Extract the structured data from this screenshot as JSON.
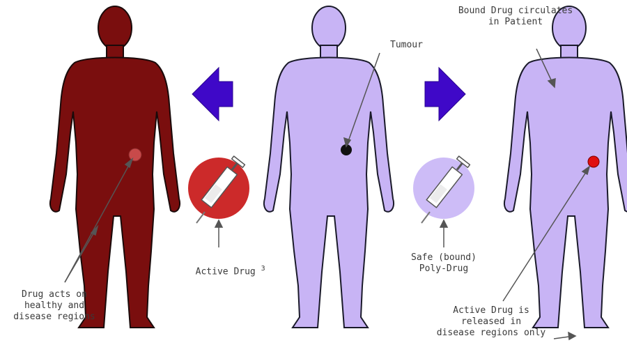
{
  "labels": {
    "drug_acts": "Drug acts on\nhealthy and\ndisease regions",
    "active_drug": "Active Drug",
    "active_drug_mark": "3",
    "tumour": "Tumour",
    "safe_bound": "Safe (bound)\nPoly-Drug",
    "bound_circulates": "Bound Drug circulates\nin Patient",
    "active_released": "Active Drug is\nreleased in\ndisease regions only"
  },
  "colors": {
    "figure_left": "#7a0e0e",
    "figure_lavender": "#c8b4f5",
    "arrow_blue": "#3f08c8",
    "active_disk": "#cc2a2a",
    "safe_disk": "#cdbcf7",
    "tumour_black": "#111111",
    "released_red": "#e01010",
    "acting_region": "#c84a4a"
  },
  "icons": [
    "left-arrow-icon",
    "right-arrow-icon",
    "syringe-icon"
  ]
}
